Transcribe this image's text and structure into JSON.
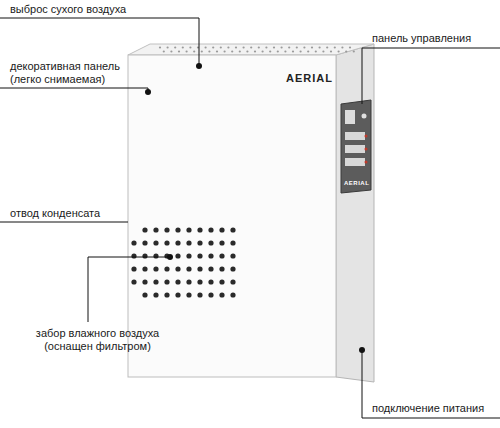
{
  "diagram": {
    "labels": [
      "выброс сухого воздуха",
      "декоративная панель (легко снимаемая)",
      "отвод конденсата",
      "забор влажного воздуха (оснащен фильтром)",
      "панель управления",
      "подключение питания",
      "AERIAL",
      "AERIAL"
    ]
  }
}
